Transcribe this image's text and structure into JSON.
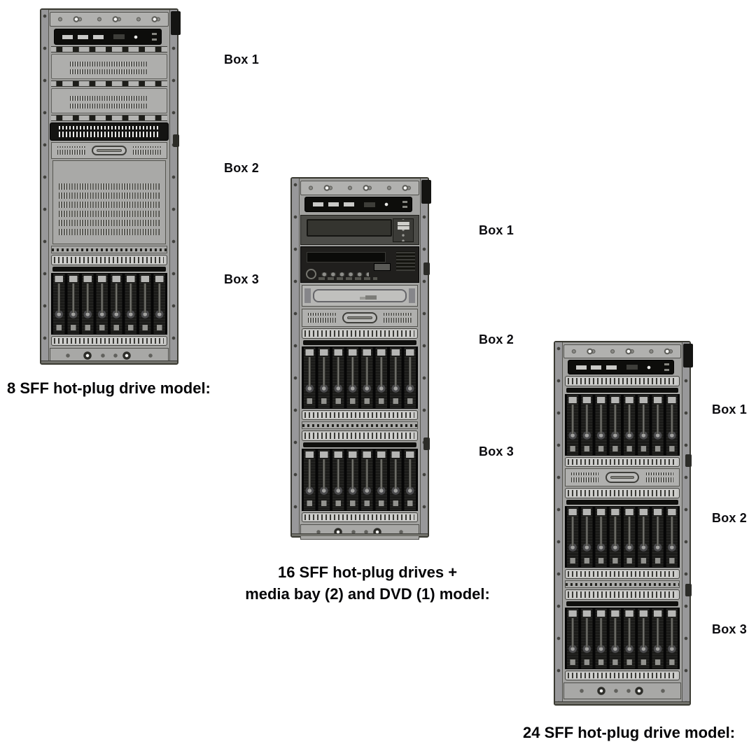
{
  "page": {
    "background_color": "#ffffff"
  },
  "colors": {
    "chassis_gray": "#a9a9a7",
    "drive_cage_dark": "#1b1b19",
    "label_text": "#0b0b0f"
  },
  "figures": [
    {
      "caption": "8 SFF hot-plug drive model:",
      "boxes": [
        "Box 1",
        "Box 2",
        "Box 3"
      ]
    },
    {
      "caption_line1": "16 SFF hot-plug drives +",
      "caption_line2": "media bay (2) and DVD (1) model:",
      "boxes": [
        "Box 1",
        "Box 2",
        "Box 3"
      ]
    },
    {
      "caption": "24 SFF hot-plug drive model:",
      "boxes": [
        "Box 1",
        "Box 2",
        "Box 3"
      ]
    }
  ]
}
